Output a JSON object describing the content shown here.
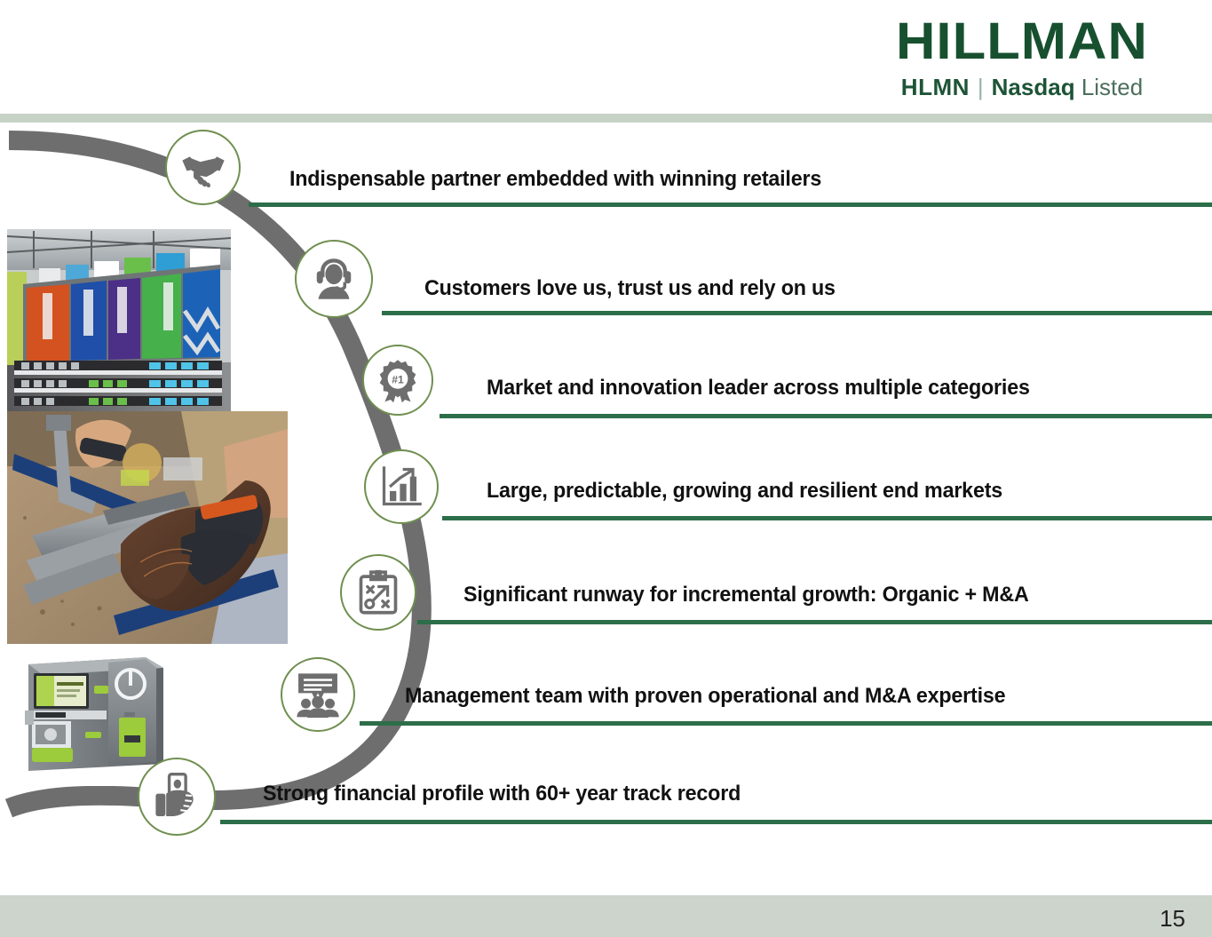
{
  "header": {
    "logo_wordmark": "HILLMAN",
    "ticker": "HLMN",
    "divider": "|",
    "exchange": "Nasdaq",
    "listing_status": "Listed"
  },
  "rows": [
    {
      "id": "row-1",
      "text": "Indispensable partner embedded with winning retailers",
      "icon": "handshake-icon"
    },
    {
      "id": "row-2",
      "text": "Customers love us, trust us and rely on us",
      "icon": "headset-support-icon"
    },
    {
      "id": "row-3",
      "text": "Market and innovation leader across multiple categories",
      "icon": "award-ribbon-number-one-icon",
      "icon_label": "#1"
    },
    {
      "id": "row-4",
      "text": "Large, predictable, growing and resilient end markets",
      "icon": "growth-bar-chart-icon"
    },
    {
      "id": "row-5",
      "text": "Significant runway for incremental growth: Organic + M&A",
      "icon": "strategy-clipboard-icon"
    },
    {
      "id": "row-6",
      "text": "Management team with proven operational and M&A expertise",
      "icon": "team-presentation-icon"
    },
    {
      "id": "row-7",
      "text": "Strong financial profile with 60+ year track record",
      "icon": "hand-holding-cash-icon"
    }
  ],
  "photos": [
    {
      "id": "photo-store",
      "alt": "Retail store aisle with colorful hardware product displays"
    },
    {
      "id": "photo-work",
      "alt": "Gloved worker cutting metal stock on a workbench"
    },
    {
      "id": "photo-kiosk",
      "alt": "Self-service key duplication kiosk machine"
    }
  ],
  "footer": {
    "page_number": "15"
  },
  "colors": {
    "brand_green": "#17502f",
    "line_green": "#2c6e49",
    "icon_ring_green": "#6f8f4f",
    "curve_gray": "#6e6e6e",
    "header_rule": "#c6d2c6",
    "footer_bg": "#ccd4cc"
  }
}
